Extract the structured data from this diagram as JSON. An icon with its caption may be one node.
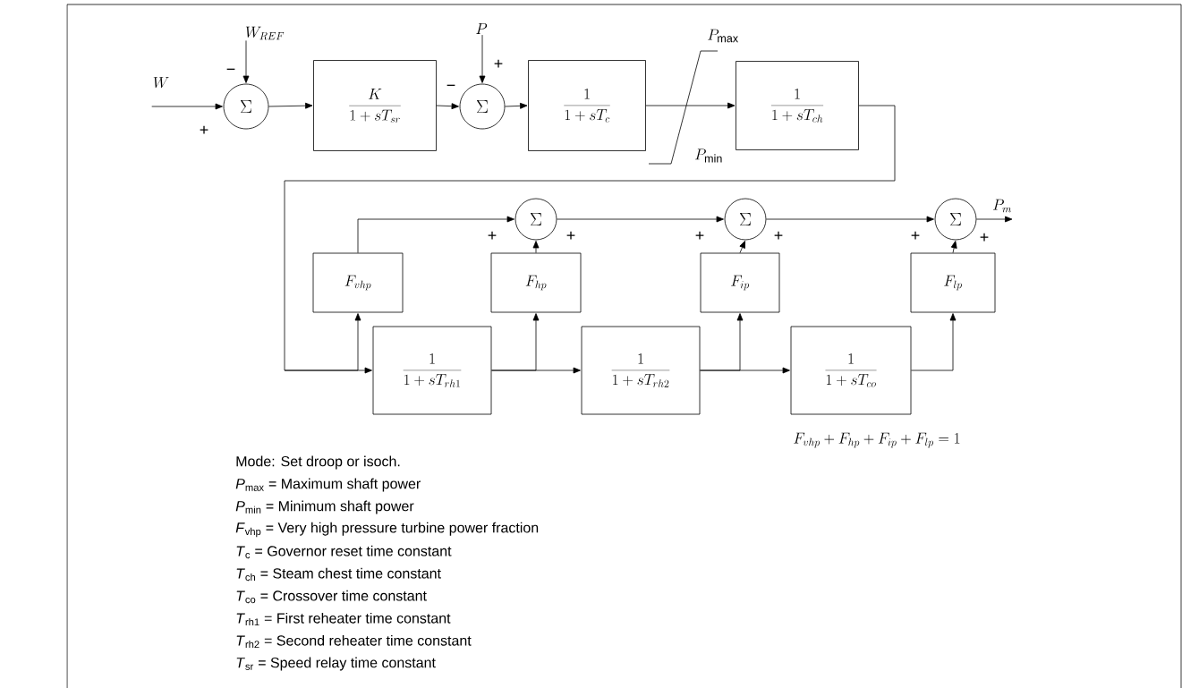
{
  "diagram": {
    "nodes": [
      {
        "text": [
          "W"
        ]
      },
      {
        "text": [
          "W_{REF}"
        ]
      },
      {
        "text": [
          "\\Sigma"
        ]
      },
      {
        "text": [
          "\\frac{K}{1+sT_{sr}}"
        ]
      },
      {
        "text": [
          "P"
        ]
      },
      {
        "text": [
          "\\Sigma"
        ]
      },
      {
        "text": [
          "\\frac{1}{1+sT_{c}}"
        ]
      },
      {
        "text": [
          "\\frac{1}{1+sT_{ch}}"
        ]
      },
      {
        "text": [
          "\\Sigma"
        ]
      },
      {
        "text": [
          "\\Sigma"
        ]
      },
      {
        "text": [
          "\\Sigma"
        ]
      },
      {
        "text": [
          "P_{m}"
        ]
      },
      {
        "text": [
          "F_{vhp}"
        ]
      },
      {
        "text": [
          "F_{hp}"
        ]
      },
      {
        "text": [
          "F_{ip}"
        ]
      },
      {
        "text": [
          "F_{lp}"
        ]
      },
      {
        "text": [
          "\\frac{1}{1+sT_{rh1}}"
        ]
      },
      {
        "text": [
          "\\frac{1}{1+sT_{rh2}}"
        ]
      },
      {
        "text": [
          "\\frac{1}{1+sT_{co}}"
        ]
      }
    ],
    "edges": [
      {
        "from": 0,
        "to": 2,
        "arrow": "to",
        "label": "+"
      },
      {
        "from": 1,
        "to": 2,
        "arrow": "to",
        "label": "−"
      },
      {
        "from": 2,
        "to": 3,
        "arrow": "to"
      },
      {
        "from": 3,
        "to": 5,
        "arrow": "to",
        "label": "−"
      },
      {
        "from": 4,
        "to": 5,
        "arrow": "to",
        "label": "+"
      },
      {
        "from": 5,
        "to": 6,
        "arrow": "to"
      },
      {
        "from": 6,
        "to": 7,
        "arrow": "to"
      },
      {
        "from": 7,
        "to": 16,
        "arrow": "to"
      },
      {
        "from": 7,
        "to": 12,
        "arrow": "to"
      },
      {
        "from": 12,
        "to": 8,
        "arrow": "to",
        "label": "+"
      },
      {
        "from": 13,
        "to": 8,
        "arrow": "to",
        "label": "+"
      },
      {
        "from": 16,
        "to": 17,
        "arrow": "to"
      },
      {
        "from": 16,
        "to": 13,
        "arrow": "to"
      },
      {
        "from": 17,
        "to": 18,
        "arrow": "to"
      },
      {
        "from": 17,
        "to": 14,
        "arrow": "to"
      },
      {
        "from": 18,
        "to": 15,
        "arrow": "to"
      },
      {
        "from": 8,
        "to": 9,
        "arrow": "to",
        "label": "+"
      },
      {
        "from": 14,
        "to": 9,
        "arrow": "to",
        "label": "+"
      },
      {
        "from": 9,
        "to": 10,
        "arrow": "to",
        "label": "+"
      },
      {
        "from": 15,
        "to": 10,
        "arrow": "to",
        "label": "+"
      },
      {
        "from": 10,
        "to": 11,
        "arrow": "to"
      }
    ],
    "labels": [
      "P_{\\max}",
      "P_{\\min}",
      "F_{vhp} + F_{hp} + F_{ip} + F_{lp} = 1",
      "Mode: Set droop or isoch.",
      "*P*$_{max}$ = Maximum shaft power",
      "*P*$_{min}$ = Minimum shaft power",
      "*F*$_{vhp}$ = Very high pressure turbine power fraction",
      "*T*$_{c}$ = Governor reset time constant",
      "*T*$_{ch}$ = Steam chest time constant",
      "*T*$_{co}$ = Crossover time constant",
      "*T*$_{rh1}$ = First reheater time constant",
      "*T*$_{rh2}$ = Second reheater time constant",
      "*T*$_{sr}$ = Speed relay time constant"
    ]
  }
}
